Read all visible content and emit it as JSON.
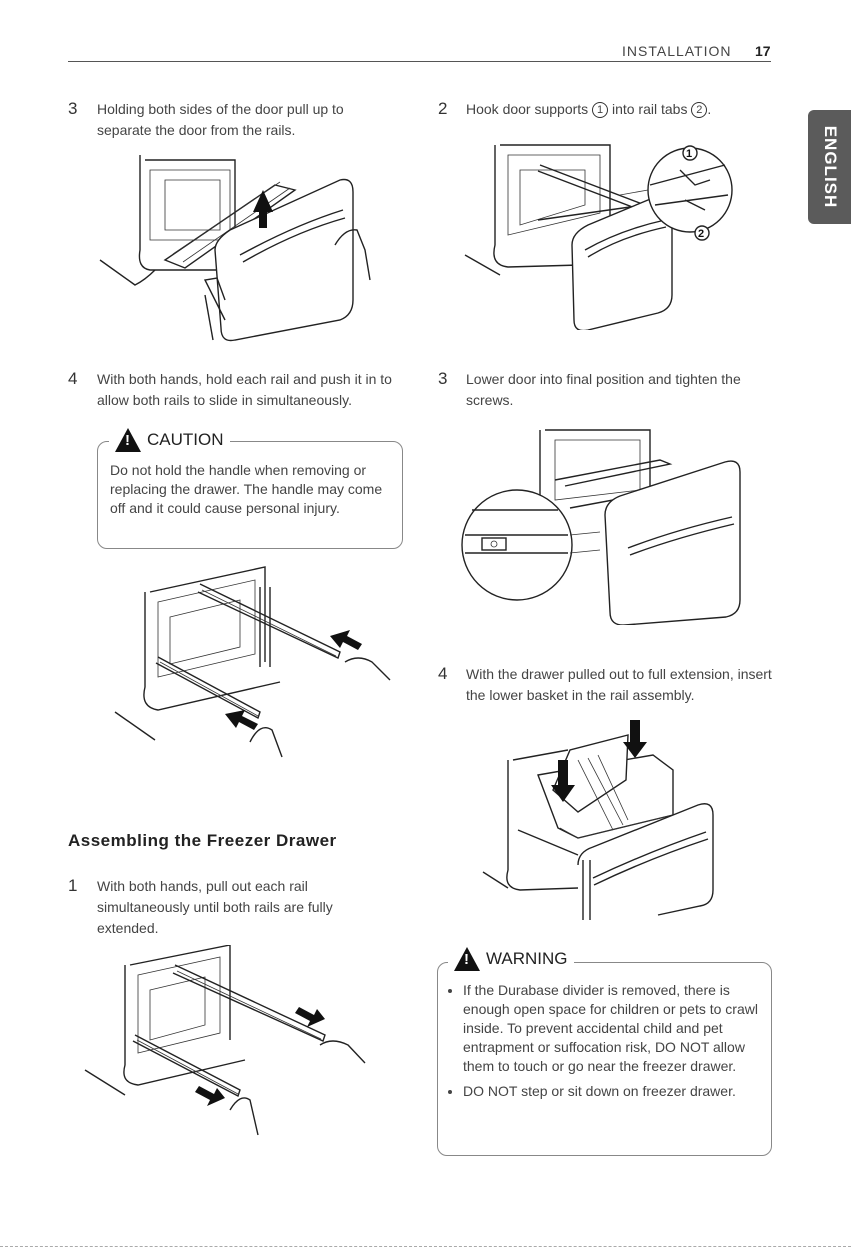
{
  "header": {
    "section": "INSTALLATION",
    "page": "17"
  },
  "language_tab": "ENGLISH",
  "left": {
    "step3": {
      "num": "3",
      "text": "Holding both sides of the door pull up to separate the door from the rails."
    },
    "step4": {
      "num": "4",
      "text": "With both hands, hold each rail and push it in to allow both rails to slide in simultaneously."
    },
    "caution": {
      "title": "CAUTION",
      "text": "Do not hold the handle when removing or replacing the drawer. The handle may come off and it could cause personal injury."
    },
    "assembly_heading": "Assembling the Freezer Drawer",
    "step1": {
      "num": "1",
      "text": "With both hands, pull out each rail simultaneously until both rails are fully extended."
    }
  },
  "right": {
    "step2": {
      "num": "2",
      "text_a": "Hook door supports ",
      "marker1": "1",
      "text_b": " into rail tabs ",
      "marker2": "2",
      "text_c": "."
    },
    "step3": {
      "num": "3",
      "text": "Lower door into final position and tighten the screws."
    },
    "step4": {
      "num": "4",
      "text": "With the drawer pulled out to full extension, insert the lower basket in the rail assembly."
    },
    "warning": {
      "title": "WARNING",
      "items": [
        "If the Durabase divider is removed, there is enough open space for children or pets to crawl inside. To prevent accidental child and pet entrapment or suffocation risk, DO NOT allow them to touch or go near the freezer drawer.",
        "DO NOT step or sit down on freezer drawer."
      ]
    }
  },
  "figures": {
    "callout_1": "1",
    "callout_2": "2"
  }
}
